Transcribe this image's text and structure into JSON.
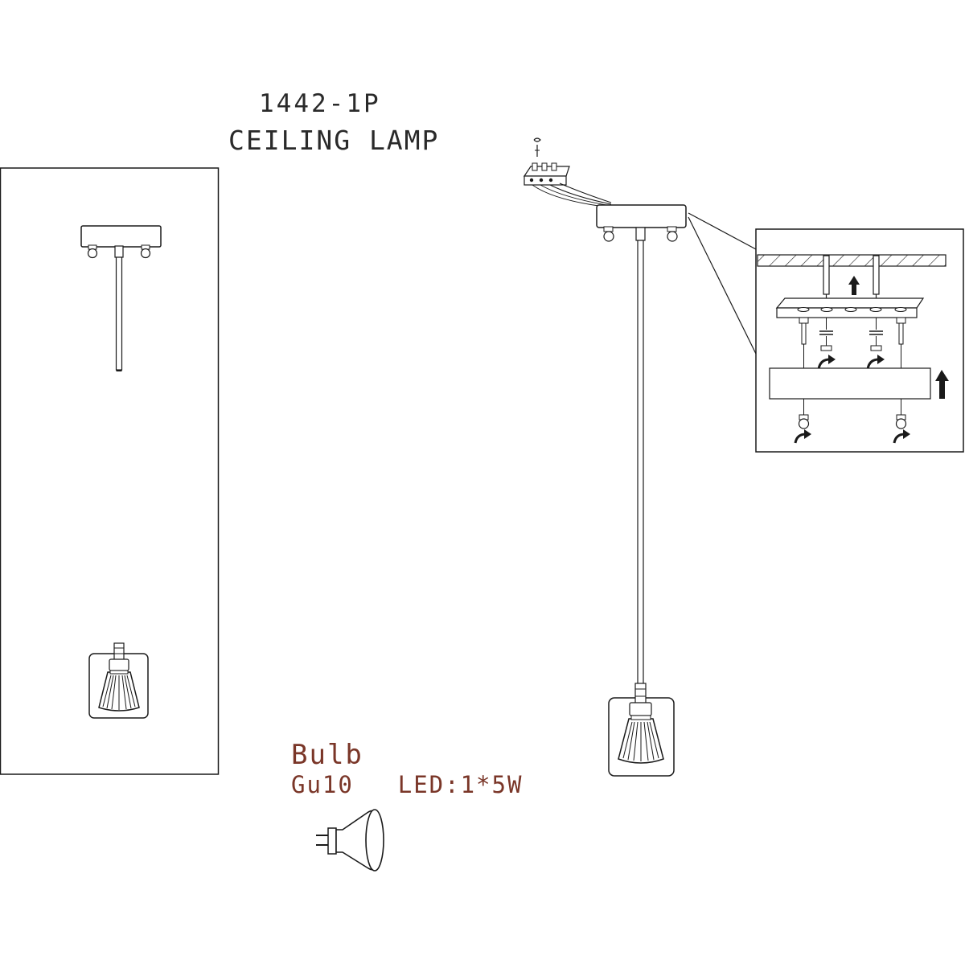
{
  "header": {
    "model": "1442-1P",
    "product": "CEILING LAMP"
  },
  "bulb": {
    "title": "Bulb",
    "spec": "Gu10  LED:1*5W"
  },
  "colors": {
    "line": "#1a1a1a",
    "spec_text": "#7a3628",
    "heading_text": "#2a2a2a"
  },
  "icons": {
    "rotate_arrow": "curved-arrow-icon",
    "up_arrow": "up-arrow-icon"
  }
}
